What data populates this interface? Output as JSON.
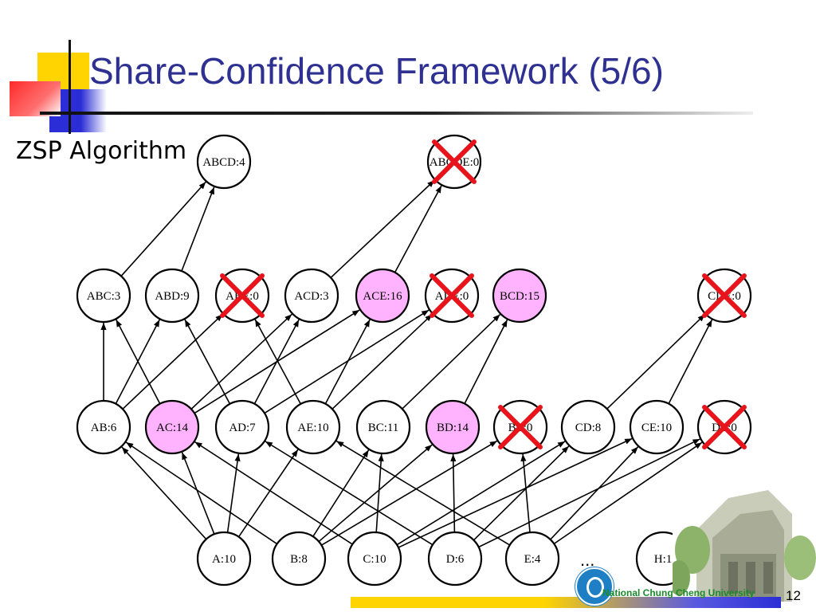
{
  "slide": {
    "title": "Share-Confidence Framework (5/6)",
    "subtitle": "ZSP Algorithm",
    "page_number": "12",
    "footer": "National Chung Cheng University",
    "ellipsis": "..."
  },
  "colors": {
    "title": "#2e3192",
    "highlight_node": "#ffb3ff",
    "prune_mark": "#e8141b",
    "deco_yellow": "#ffd400",
    "deco_blue": "#2b2ed6",
    "deco_red": "#ff2a2a"
  },
  "nodes": {
    "ABCD": {
      "label": "ABCD:4",
      "highlight": false,
      "pruned": false
    },
    "ABCDE": {
      "label": "ABCDE:0",
      "highlight": false,
      "pruned": true
    },
    "ABC": {
      "label": "ABC:3",
      "highlight": false,
      "pruned": false
    },
    "ABD": {
      "label": "ABD:9",
      "highlight": false,
      "pruned": false
    },
    "ABE": {
      "label": "ABE:0",
      "highlight": false,
      "pruned": true
    },
    "ACD": {
      "label": "ACD:3",
      "highlight": false,
      "pruned": false
    },
    "ACE": {
      "label": "ACE:16",
      "highlight": true,
      "pruned": false
    },
    "ADE": {
      "label": "ADE:0",
      "highlight": false,
      "pruned": true
    },
    "BCD": {
      "label": "BCD:15",
      "highlight": true,
      "pruned": false
    },
    "CDE": {
      "label": "CDE:0",
      "highlight": false,
      "pruned": true
    },
    "AB": {
      "label": "AB:6",
      "highlight": false,
      "pruned": false
    },
    "AC": {
      "label": "AC:14",
      "highlight": true,
      "pruned": false
    },
    "AD": {
      "label": "AD:7",
      "highlight": false,
      "pruned": false
    },
    "AE": {
      "label": "AE:10",
      "highlight": false,
      "pruned": false
    },
    "BC": {
      "label": "BC:11",
      "highlight": false,
      "pruned": false
    },
    "BD": {
      "label": "BD:14",
      "highlight": true,
      "pruned": false
    },
    "BE": {
      "label": "BE:0",
      "highlight": false,
      "pruned": true
    },
    "CD": {
      "label": "CD:8",
      "highlight": false,
      "pruned": false
    },
    "CE": {
      "label": "CE:10",
      "highlight": false,
      "pruned": false
    },
    "DE": {
      "label": "DE:0",
      "highlight": false,
      "pruned": true
    },
    "A": {
      "label": "A:10",
      "highlight": false,
      "pruned": false
    },
    "B": {
      "label": "B:8",
      "highlight": false,
      "pruned": false
    },
    "C": {
      "label": "C:10",
      "highlight": false,
      "pruned": false
    },
    "D": {
      "label": "D:6",
      "highlight": false,
      "pruned": false
    },
    "E": {
      "label": "E:4",
      "highlight": false,
      "pruned": false
    },
    "H": {
      "label": "H:1",
      "highlight": false,
      "pruned": false
    }
  },
  "edges": [
    [
      "A",
      "AB"
    ],
    [
      "A",
      "AC"
    ],
    [
      "A",
      "AD"
    ],
    [
      "A",
      "AE"
    ],
    [
      "B",
      "AB"
    ],
    [
      "B",
      "BC"
    ],
    [
      "B",
      "BD"
    ],
    [
      "B",
      "BE"
    ],
    [
      "C",
      "AC"
    ],
    [
      "C",
      "BC"
    ],
    [
      "C",
      "CD"
    ],
    [
      "C",
      "CE"
    ],
    [
      "D",
      "AD"
    ],
    [
      "D",
      "BD"
    ],
    [
      "D",
      "CD"
    ],
    [
      "D",
      "DE"
    ],
    [
      "E",
      "AE"
    ],
    [
      "E",
      "BE"
    ],
    [
      "E",
      "CE"
    ],
    [
      "E",
      "DE"
    ],
    [
      "AB",
      "ABC"
    ],
    [
      "AB",
      "ABD"
    ],
    [
      "AB",
      "ABE"
    ],
    [
      "AC",
      "ABC"
    ],
    [
      "AC",
      "ACD"
    ],
    [
      "AC",
      "ACE"
    ],
    [
      "AD",
      "ABD"
    ],
    [
      "AD",
      "ACD"
    ],
    [
      "AD",
      "ADE"
    ],
    [
      "AE",
      "ABE"
    ],
    [
      "AE",
      "ACE"
    ],
    [
      "AE",
      "ADE"
    ],
    [
      "BC",
      "BCD"
    ],
    [
      "BD",
      "BCD"
    ],
    [
      "CD",
      "CDE"
    ],
    [
      "CE",
      "CDE"
    ],
    [
      "ABC",
      "ABCD"
    ],
    [
      "ABD",
      "ABCD"
    ],
    [
      "ACD",
      "ABCDE"
    ],
    [
      "ACE",
      "ABCDE"
    ]
  ]
}
